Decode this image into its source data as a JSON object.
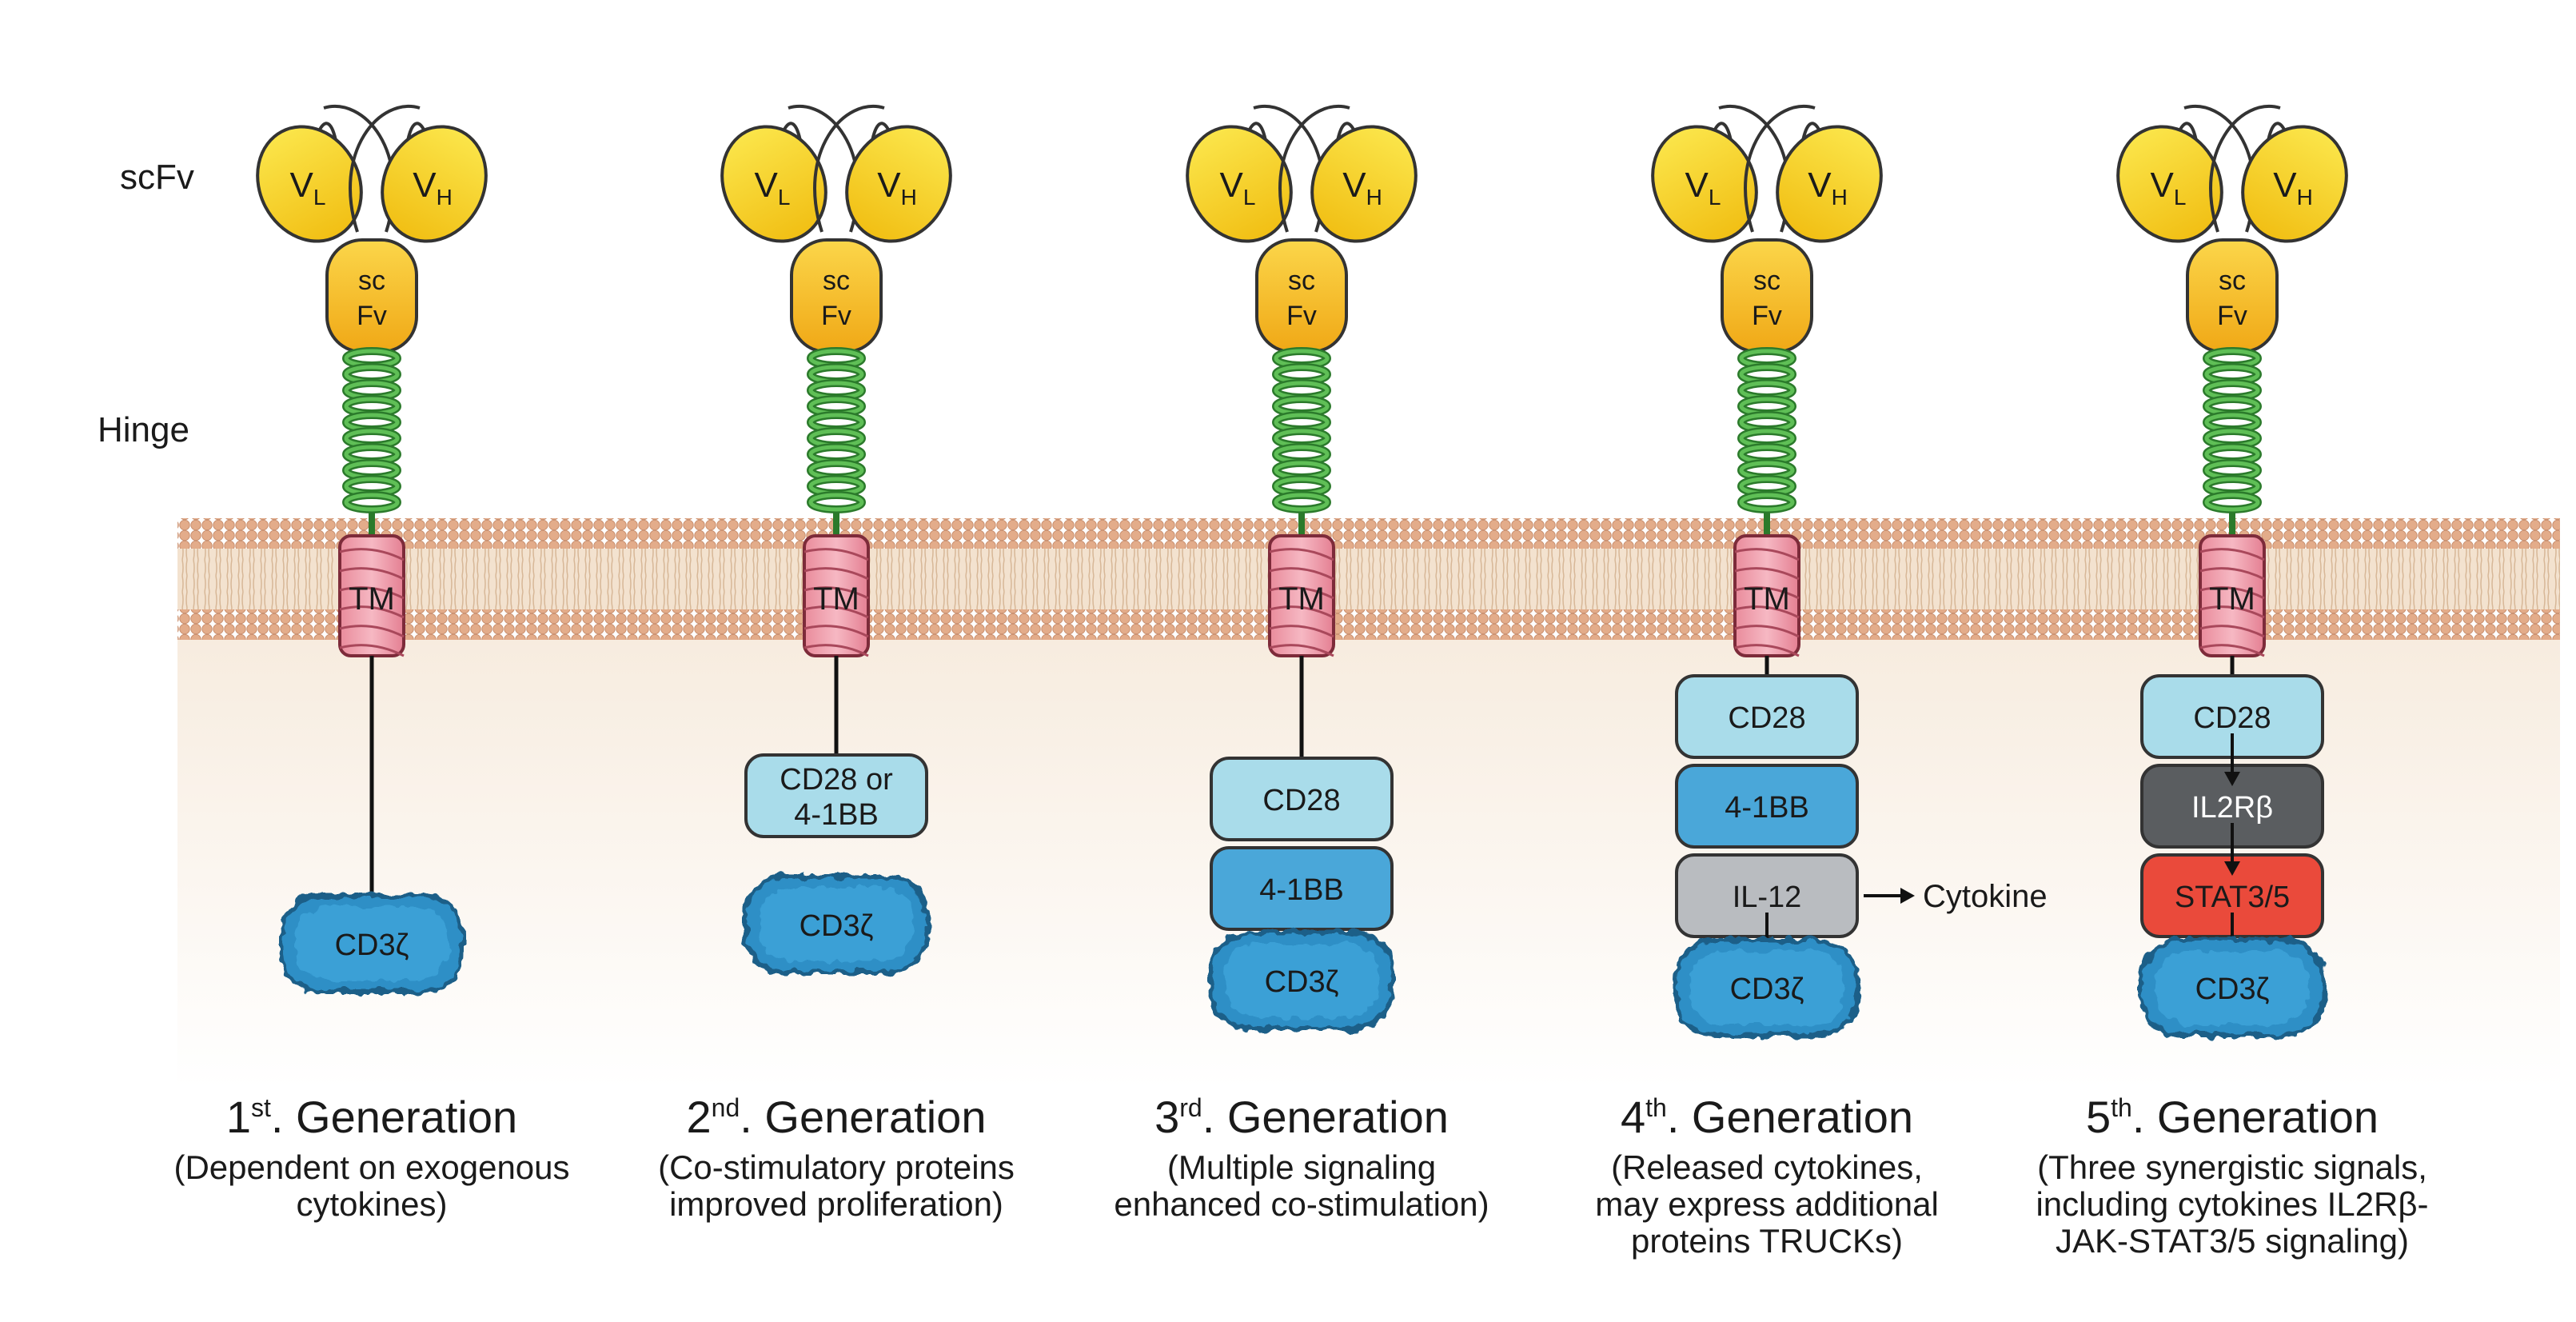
{
  "labels": {
    "scfv": "scFv",
    "hinge": "Hinge"
  },
  "domains": {
    "vl": "V",
    "vl_sub": "L",
    "vh": "V",
    "vh_sub": "H",
    "scfv_top": "sc",
    "scfv_bottom": "Fv",
    "tm": "TM",
    "cd3z": "CD3ζ"
  },
  "generations": [
    {
      "num": "1",
      "sup": "st",
      "word": ". Generation",
      "desc": [
        "(Dependent on exogenous",
        "cytokines)"
      ],
      "boxes": []
    },
    {
      "num": "2",
      "sup": "nd",
      "word": ". Generation",
      "desc": [
        "(Co-stimulatory proteins",
        "improved proliferation)"
      ],
      "boxes": [
        {
          "lines": [
            "CD28 or",
            "4-1BB"
          ],
          "color": "#a9dcea"
        }
      ]
    },
    {
      "num": "3",
      "sup": "rd",
      "word": ". Generation",
      "desc": [
        "(Multiple signaling",
        "enhanced co-stimulation)"
      ],
      "boxes": [
        {
          "lines": [
            "CD28"
          ],
          "color": "#a9dcea"
        },
        {
          "lines": [
            "4-1BB"
          ],
          "color": "#4aa7d9"
        }
      ]
    },
    {
      "num": "4",
      "sup": "th",
      "word": ". Generation",
      "desc": [
        "(Released cytokines,",
        "may express additional",
        "proteins TRUCKs)"
      ],
      "boxes": [
        {
          "lines": [
            "CD28"
          ],
          "color": "#a9dcea"
        },
        {
          "lines": [
            "4-1BB"
          ],
          "color": "#4aa7d9"
        },
        {
          "lines": [
            "IL-12"
          ],
          "color": "#b9bcc0"
        }
      ],
      "side_label": "Cytokine"
    },
    {
      "num": "5",
      "sup": "th",
      "word": ". Generation",
      "desc": [
        "(Three synergistic signals,",
        "including cytokines IL2Rβ-",
        "JAK-STAT3/5 signaling)"
      ],
      "boxes": [
        {
          "lines": [
            "CD28"
          ],
          "color": "#a9dcea"
        },
        {
          "lines": [
            "IL2Rβ"
          ],
          "color": "#5a5d60"
        },
        {
          "lines": [
            "STAT3/5"
          ],
          "color": "#ea4a3b"
        }
      ]
    }
  ]
}
